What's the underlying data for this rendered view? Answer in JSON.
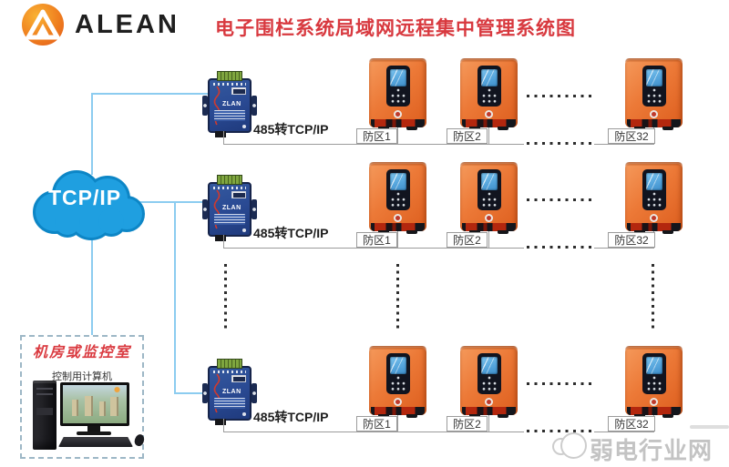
{
  "header": {
    "brand": "ALEAN",
    "title": "电子围栏系统局域网远程集中管理系统图"
  },
  "network": {
    "cloud_label": "TCP/IP"
  },
  "device_text": {
    "converter_brand": "ZLAN"
  },
  "rows": [
    {
      "converter_label": "485转TCP/IP",
      "zones": [
        "防区1",
        "防区2",
        "防区32"
      ]
    },
    {
      "converter_label": "485转TCP/IP",
      "zones": [
        "防区1",
        "防区2",
        "防区32"
      ]
    },
    {
      "converter_label": "485转TCP/IP",
      "zones": [
        "防区1",
        "防区2",
        "防区32"
      ]
    }
  ],
  "control_room": {
    "title": "机房或监控室",
    "computer_label": "控制用计算机"
  },
  "watermark": {
    "site_name": "弱电行业网"
  },
  "colors": {
    "title_red": "#d8393f",
    "cloud_blue": "#1f9fe0",
    "link_blue": "#8cccf0",
    "device_orange": "#e8713a",
    "converter_blue": "#2b4c9e",
    "wire_gray": "#9b9b9b"
  }
}
